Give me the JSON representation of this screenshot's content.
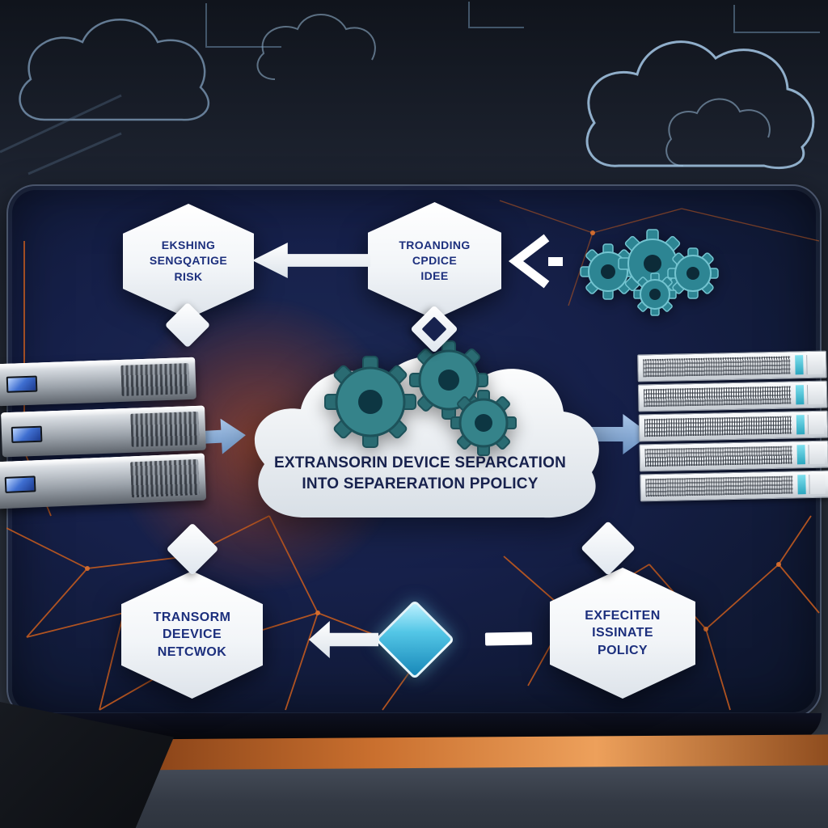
{
  "diagram": {
    "hex_top_left": {
      "lines": [
        "EKSHING",
        "SENGQATIGE",
        "RISK"
      ]
    },
    "hex_top_center": {
      "lines": [
        "TROANDING",
        "CPDICE",
        "IDEE"
      ]
    },
    "hex_bottom_left": {
      "lines": [
        "TRANSORM",
        "DEEVICE",
        "NETCWOK"
      ]
    },
    "hex_bottom_right": {
      "lines": [
        "EXFECITEN",
        "ISSINATE",
        "POLICY"
      ]
    },
    "cloud_label": {
      "lines": [
        "EXTRANSORIN DEVICE SEPARCATION",
        "INTO SEPARERATION PPOLICY"
      ]
    }
  },
  "colors": {
    "panel_navy": "#16204a",
    "mesh_orange": "#c25a1f",
    "glow_orange": "#de5618",
    "gear_teal": "#35838a",
    "arrow_blue": "#6d94c4",
    "diamond_cyan": "#53c6e6",
    "hex_white": "#ffffff",
    "label_navy": "#1c2f7d",
    "desk_copper": "#c96f2e"
  },
  "icons": {
    "gears": "gear-icon",
    "cloud": "cloud-shape",
    "servers_left": "server-stack-icon",
    "server_rack_right": "server-rack-icon",
    "diamond": "diamond-node",
    "arrow": "arrow-icon",
    "chevron": "chevron-left-icon"
  }
}
